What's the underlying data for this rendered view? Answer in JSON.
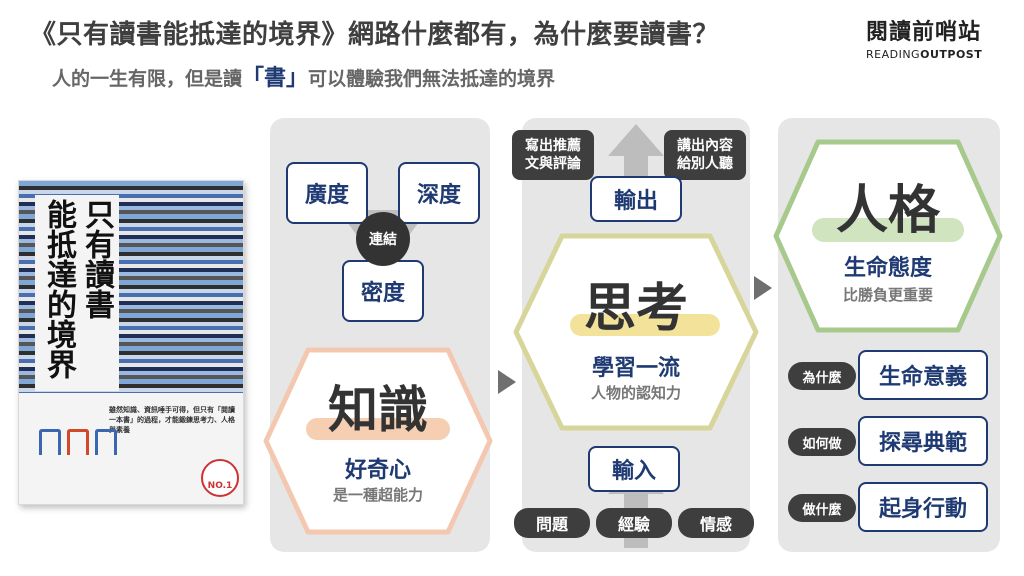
{
  "header": {
    "title": "《只有讀書能抵達的境界》網路什麼都有，為什麼要讀書？",
    "subtitle_pre": "人的一生有限，但是讀",
    "subtitle_hl": "「書」",
    "subtitle_post": "可以體驗我們無法抵達的境界"
  },
  "brand": {
    "cn": "閱讀前哨站",
    "en_light": "READING",
    "en_bold": "OUTPOST"
  },
  "book": {
    "title_col1": "只有讀書",
    "title_col2": "能抵達的境界",
    "subtitle": "雖然知識、資訊唾手可得，但只有「閱讀一本書」的過程，才能鍛鍊思考力、人格與素養",
    "badge": "NO.1"
  },
  "knowledge": {
    "dimensions": [
      "廣度",
      "深度",
      "密度"
    ],
    "link": "連結",
    "title": "知識",
    "sub": "好奇心",
    "note": "是一種超能力"
  },
  "thinking": {
    "output_notes": [
      "寫出推薦\n文與評論",
      "講出內容\n給別人聽"
    ],
    "output": "輸出",
    "title": "思考",
    "sub": "學習一流",
    "note": "人物的認知力",
    "input": "輸入",
    "inputs": [
      "問題",
      "經驗",
      "情感"
    ]
  },
  "personality": {
    "title": "人格",
    "sub": "生命態度",
    "note": "比勝負更重要",
    "items": [
      {
        "q": "為什麼",
        "a": "生命意義"
      },
      {
        "q": "如何做",
        "a": "探尋典範"
      },
      {
        "q": "做什麼",
        "a": "起身行動"
      }
    ]
  },
  "colors": {
    "navy": "#1f3a73",
    "knowledge_border": "#f4c8b0",
    "knowledge_highlight": "#f6cfb3",
    "thinking_border": "#d8d59a",
    "thinking_highlight": "#f3e39a",
    "personality_border": "#a7c98c",
    "personality_highlight": "#cfe4bf",
    "panel": "#e6e6e6"
  }
}
